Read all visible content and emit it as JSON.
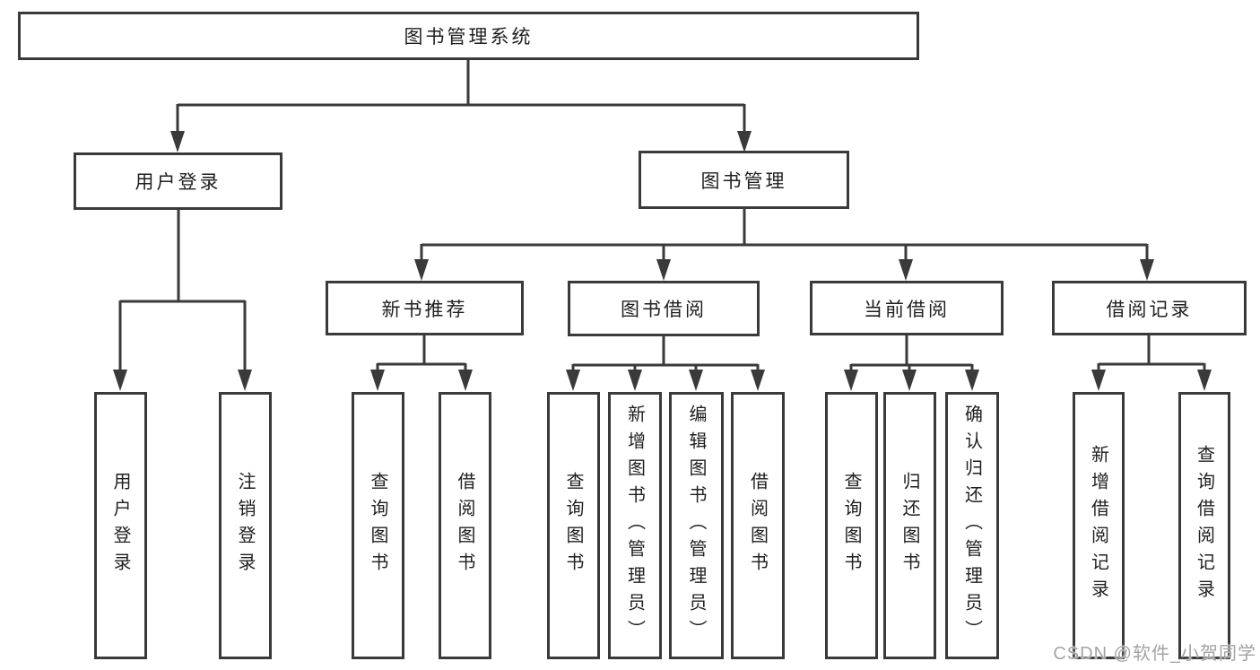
{
  "diagram": {
    "root": {
      "label": "图书管理系统"
    },
    "level2": {
      "user_login": {
        "label": "用户登录"
      },
      "book_mgmt": {
        "label": "图书管理"
      }
    },
    "level3": {
      "new_book": {
        "label": "新书推荐"
      },
      "borrow": {
        "label": "图书借阅"
      },
      "current": {
        "label": "当前借阅"
      },
      "record": {
        "label": "借阅记录"
      }
    },
    "leaves": {
      "user_login": [
        "用户登录",
        "注销登录"
      ],
      "new_book": [
        "查询图书",
        "借阅图书"
      ],
      "borrow": [
        "查询图书",
        "新增图书（管理员）",
        "编辑图书（管理员）",
        "借阅图书"
      ],
      "current": [
        "查询图书",
        "归还图书",
        "确认归还（管理员）"
      ],
      "record": [
        "新增借阅记录",
        "查询借阅记录"
      ]
    }
  },
  "watermark": {
    "text": "CSDN @软件_小贺同学"
  },
  "colors": {
    "line": "#3a3a3a",
    "box_border": "#3a3a3a",
    "box_fill": "#ffffff",
    "text": "#1f1f1f",
    "watermark": "#a3a3a3",
    "background": "#ffffff"
  }
}
